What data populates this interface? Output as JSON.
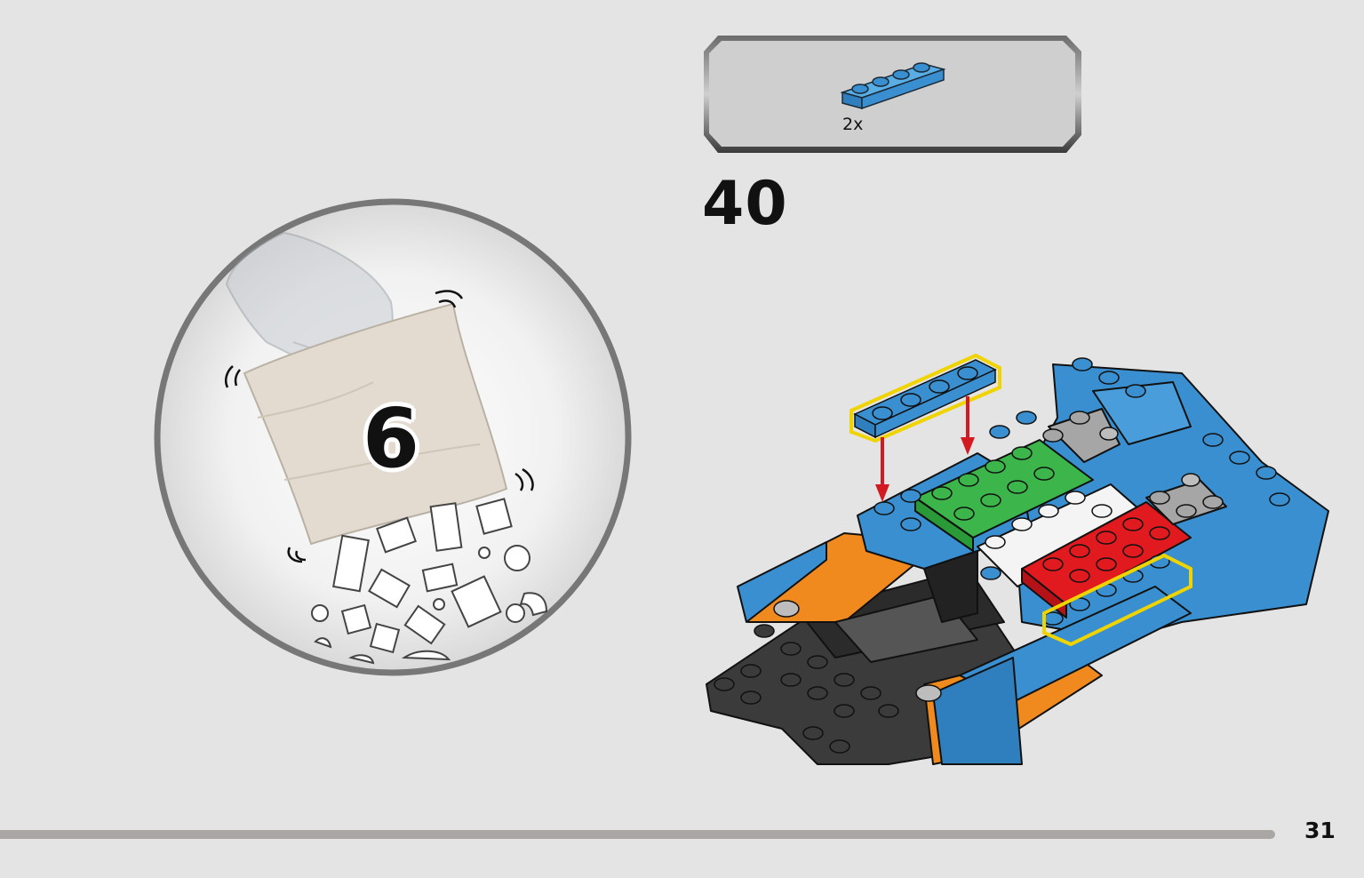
{
  "bag_callout": {
    "bag_number": "6",
    "icon": "open-bag-of-bricks-icon"
  },
  "parts_callout": {
    "part_icon": "blue-1x4-plate-icon",
    "part_color": "#3a8fd0",
    "quantity": "2x"
  },
  "step": {
    "number": "40",
    "model_icon": "blue-race-car-partial-build-icon"
  },
  "footer": {
    "page_number": "31"
  },
  "colors": {
    "background": "#e4e4e4",
    "callout_fill": "#cfcfcf",
    "highlight_outline": "#f0d400",
    "arrow": "#d21a22",
    "green_plate": "#3cb54a",
    "red_plate": "#e01a1f",
    "orange": "#f08a1e"
  }
}
